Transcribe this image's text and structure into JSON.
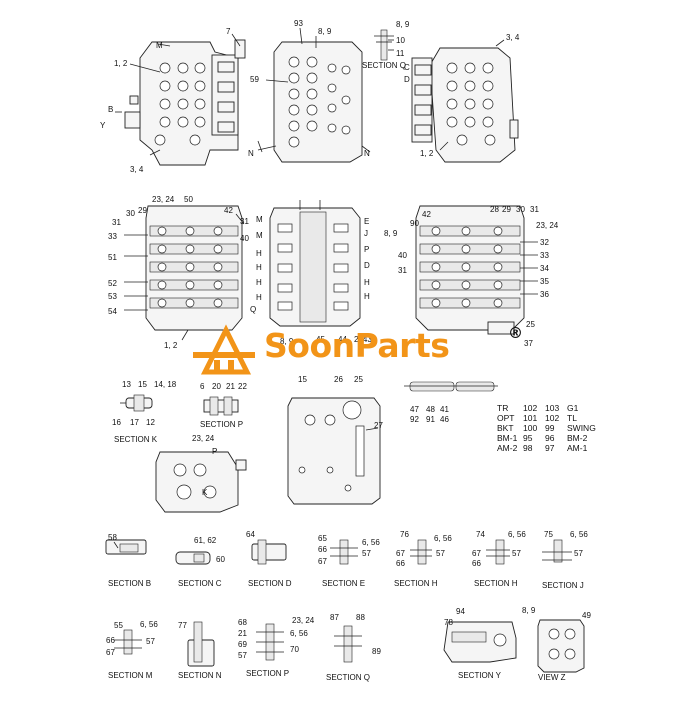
{
  "brand": {
    "name": "SoonParts",
    "reg": "®",
    "color": "#f29418"
  },
  "labels": {
    "l7": "7",
    "l12a": "1, 2",
    "lM1": "M",
    "lB": "B",
    "lY": "Y",
    "l34a": "3, 4",
    "l93": "93",
    "l89a": "8, 9",
    "l59": "59",
    "lN1": "N",
    "lN2": "N",
    "l89b": "8, 9",
    "l10": "10",
    "l11": "11",
    "lsecQ": "SECTION Q",
    "l34b": "3, 4",
    "lC": "C",
    "lD": "D",
    "l12b": "1, 2",
    "l2324a": "23, 24",
    "l50": "50",
    "l30a": "30",
    "l29a": "29",
    "l31a": "31",
    "l33a": "33",
    "l51": "51",
    "l52": "52",
    "l53": "53",
    "l54": "54",
    "l42a": "42",
    "l31b": "31",
    "l40a": "40",
    "l12c": "1, 2",
    "lMa": "M",
    "lMb": "M",
    "lHa": "H",
    "lHb": "H",
    "lHc": "H",
    "lHd": "H",
    "lQc": "Q",
    "lE": "E",
    "lJ": "J",
    "lP": "P",
    "lD2": "D",
    "lH2a": "H",
    "lH2b": "H",
    "l89c": "8, 9",
    "l45": "45",
    "l44": "44",
    "l243": "2, 43",
    "l90": "90",
    "l42b": "42",
    "l89d": "8, 9",
    "l40b": "40",
    "l31c": "31",
    "l28": "28",
    "l29b": "29",
    "l30b": "30",
    "l31d": "31",
    "l2324b": "23, 24",
    "l32": "32",
    "l33b": "33",
    "l34": "34",
    "l35": "35",
    "l36": "36",
    "l25a": "25",
    "l37": "37",
    "l13": "13",
    "l15a": "15",
    "l1418": "14, 18",
    "l16": "16",
    "l17": "17",
    "l12": "12",
    "lsecK": "SECTION K",
    "l6a": "6",
    "l20": "20",
    "l21a": "21",
    "l22": "22",
    "lsecP1": "SECTION P",
    "l2324c": "23, 24",
    "lP2": "P",
    "lK": "K",
    "l15b": "15",
    "l26": "26",
    "l25b": "25",
    "l27": "27",
    "l47": "47",
    "l48": "48",
    "l41": "41",
    "l92": "92",
    "l91": "91",
    "l46": "46",
    "l58": "58",
    "lsecB": "SECTION B",
    "l6162": "61, 62",
    "l60": "60",
    "lsecC": "SECTION C",
    "l64": "64",
    "lsecD": "SECTION D",
    "l65": "65",
    "l656a": "6, 56",
    "l66a": "66",
    "l57a": "57",
    "l67a": "67",
    "lsecE": "SECTION E",
    "l76": "76",
    "l656b": "6, 56",
    "l67b": "67",
    "l57b": "57",
    "l66b": "66",
    "lsecH1": "SECTION H",
    "l74": "74",
    "l656c": "6, 56",
    "l67c": "67",
    "l57c": "57",
    "l66c": "66",
    "lsecH2": "SECTION H",
    "l75": "75",
    "l656d": "6, 56",
    "l57d": "57",
    "lsecJ": "SECTION J",
    "l55": "55",
    "l656e": "6, 56",
    "l66d": "66",
    "l57e": "57",
    "l67d": "67",
    "lsecM": "SECTION M",
    "l77": "77",
    "lsecN": "SECTION N",
    "l68": "68",
    "l21b": "21",
    "l69": "69",
    "l57f": "57",
    "l2324d": "23, 24",
    "l656f": "6, 56",
    "l70": "70",
    "lsecP2": "SECTION P",
    "l87": "87",
    "l88": "88",
    "l89": "89",
    "lsecQ2": "SECTION Q",
    "l94": "94",
    "l78": "78",
    "lsecY": "SECTION Y",
    "l89e": "8, 9",
    "l49": "49",
    "lviewZ": "VIEW Z"
  },
  "legend": [
    [
      "TR",
      "102",
      "103",
      "G1"
    ],
    [
      "OPT",
      "101",
      "102",
      "TL"
    ],
    [
      "BKT",
      "100",
      "99",
      "SWING"
    ],
    [
      "BM-1",
      "95",
      "96",
      "BM-2"
    ],
    [
      "AM-2",
      "98",
      "97",
      "AM-1"
    ]
  ]
}
